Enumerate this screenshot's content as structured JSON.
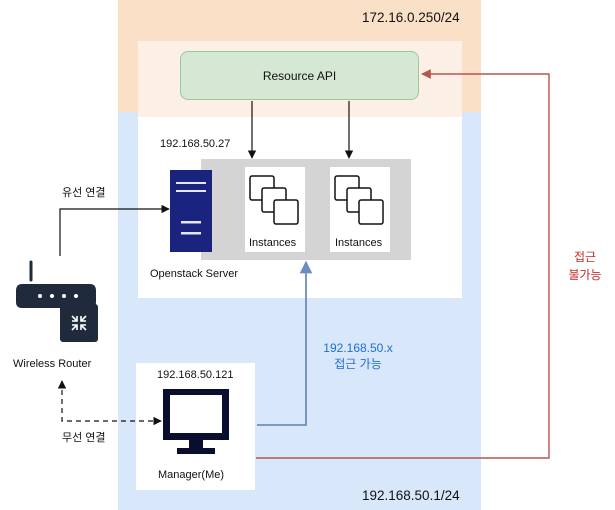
{
  "networks": {
    "api_network": "172.16.0.250/24",
    "internal_network": "192.168.50.1/24"
  },
  "resource_api": {
    "label": "Resource API"
  },
  "server": {
    "ip": "192.168.50.27",
    "name": "Openstack Server",
    "instances": [
      {
        "label": "Instances"
      },
      {
        "label": "Instances"
      }
    ]
  },
  "router": {
    "name": "Wireless Router",
    "wired_label": "유선 연결",
    "wireless_label": "무선 연결"
  },
  "manager": {
    "ip": "192.168.50.121",
    "name": "Manager(Me)"
  },
  "access": {
    "allowed_line1": "192.168.50.x",
    "allowed_line2": "접근 가능",
    "denied_line1": "접근",
    "denied_line2": "불가능"
  },
  "colors": {
    "allowed": "#6c8ebf",
    "denied": "#b85450",
    "server_icon": "#1a237e"
  },
  "icons": [
    "router-icon",
    "server-icon",
    "monitor-icon",
    "instances-icon"
  ]
}
